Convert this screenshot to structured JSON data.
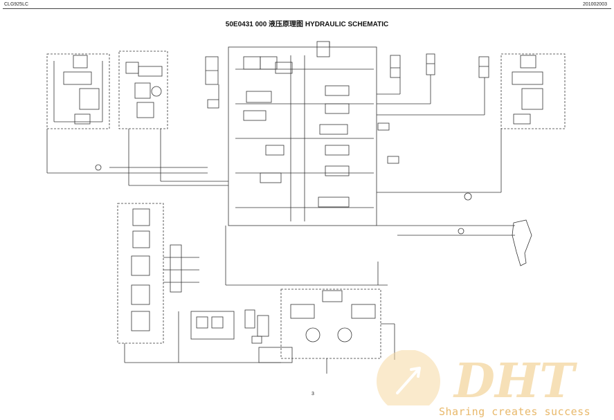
{
  "header": {
    "model": "CLG925LC",
    "date": "201002003"
  },
  "title": "50E0431 000 液压原理图 HYDRAULIC SCHEMATIC",
  "page_number": "3",
  "watermark": {
    "logo_text": "DHT",
    "tagline": "Sharing creates success"
  },
  "colors": {
    "line": "#333333",
    "watermark": "#f0c27a"
  }
}
